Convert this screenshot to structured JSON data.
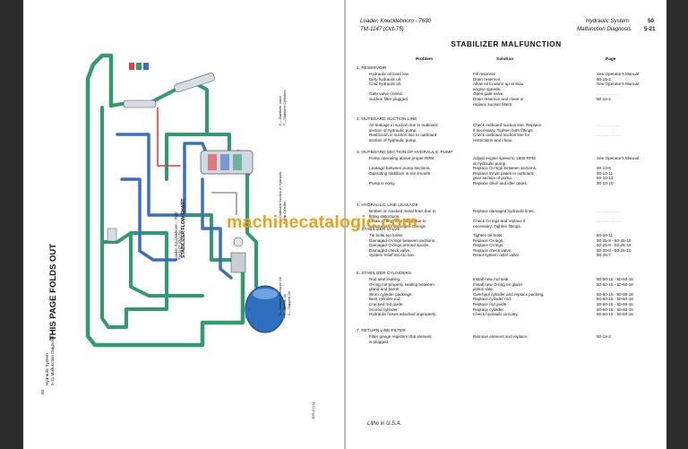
{
  "left_page": {
    "page_number": "50",
    "section_label": "Hydraulic System",
    "section_sub": "5-21 Malfunction Diagnosis",
    "fold_notice": "THIS PAGE FOLDS OUT",
    "chart_title": "STABILIZER FLOW CHART",
    "model": "Loader, Knuckleboom - 7630",
    "manual": "TM-1147 (Oct-75)",
    "legend_left": [
      "A—Medium Pressure Oil",
      "B—Return Oil",
      "C—Trapped Oil"
    ],
    "legend_mid": [
      "D—Outboard Section of Hydraulic",
      "Pump Cylinder"
    ],
    "legend_right": [
      "E—Stabilizer Valve",
      "F—Stabilizer Cylinders"
    ],
    "corner_label": "JDS-3 (L1)",
    "legend_colors": [
      "#e23c3c",
      "#2f9b6e",
      "#3a6fc0"
    ]
  },
  "right_page": {
    "header_left_1": "Loader, Knuckleboom - 7630",
    "header_left_2": "TM-1147   (Oct-75)",
    "header_right_1": "Hydraulic System",
    "header_right_2": "Malfunction Diagnosis",
    "page_no_1": "50",
    "page_no_2": "5-21",
    "title": "STABILIZER MALFUNCTION",
    "col_problem": "Problem",
    "col_solution": "Solution",
    "col_page": "Page",
    "footer": "Litho in U.S.A.",
    "sections": [
      {
        "title": "1.  RESERVOIR",
        "lines": [
          {
            "p": "Hydraulic oil level low.",
            "s": "Fill reservoir.",
            "g": "See Operator's Manual"
          },
          {
            "p": "Dirty hydraulic oil.",
            "s": "Drain reservoir.",
            "g": "50-15-2"
          },
          {
            "p": "Cold hydraulic oil.",
            "s": "Allow oil to warm up at slow",
            "g": "See Operator's Manual"
          },
          {
            "p": "",
            "s": "engine speeds.",
            "g": ""
          },
          {
            "p": "Gate valve closed.",
            "s": "Open gate valve.",
            "g": "..............."
          },
          {
            "p": "Suction filter plugged.",
            "s": "Drain reservoir and clean or",
            "g": "50-15-2"
          },
          {
            "p": "",
            "s": "replace suction filters.",
            "g": ""
          }
        ]
      },
      {
        "title": "2.  OUTBOARD SUCTION LINE",
        "lines": [
          {
            "p": "Air leakage in suction line to outboard",
            "s": "Check outboard suction line. Replace",
            "g": "..............."
          },
          {
            "p": "section of hydraulic pump.",
            "s": "if necessary. Tighten both fittings.",
            "g": ""
          },
          {
            "p": "Restriction in suction line to outboard",
            "s": "Check outboard suction line for",
            "g": "..............."
          },
          {
            "p": "section of hydraulic pump.",
            "s": "restrictions and clean.",
            "g": ""
          }
        ]
      },
      {
        "title": "3.  OUTBOARD SECTION OF HYDRAULIC PUMP",
        "lines": [
          {
            "p": "Pump operating above proper RPM.",
            "s": "Adjust engine speed to 1800 RPM",
            "g": "See Operator's Manual"
          },
          {
            "p": "",
            "s": "at hydraulic pump.",
            "g": ""
          },
          {
            "p": "Leakage between pump sections.",
            "s": "Replace O-rings between sections.",
            "g": "50-10-9"
          },
          {
            "p": "Operating stabilizer is not smooth.",
            "s": "Replace thrust plates in outboard",
            "g": "50-10-11"
          },
          {
            "p": "",
            "s": "gear section of pump.",
            "g": "50-10-12"
          },
          {
            "p": "Pump is noisy.",
            "s": "Replace drive and idler gears.",
            "g": "50-10-10"
          }
        ]
      },
      {
        "title": "4.  HYDRAULIC LINE LEAKAGE",
        "lines": [
          {
            "p": "Broken or cracked metal lines due to",
            "s": "Replace damaged hydraulic lines.",
            "g": "..............."
          },
          {
            "p": "fitting distortions.",
            "s": "",
            "g": ""
          },
          {
            "p": "Leaks at any hose fitting due to",
            "s": "Check O-rings and replace if",
            "g": "..............."
          },
          {
            "p": "looseness or damaged O-rings.",
            "s": "necessary. Tighten fittings.",
            "g": ""
          }
        ]
      },
      {
        "title": "5.  STABILIZER VALVE",
        "lines": [
          {
            "p": "Tie bolts too loose.",
            "s": "Tighten tie bolts.",
            "g": "50-25-11"
          },
          {
            "p": "Damaged O-rings between sections.",
            "s": "Replace O-rings.",
            "g": "50-25-9  -  50-25-10"
          },
          {
            "p": "Damaged O-rings around spools.",
            "s": "Replace O-rings.",
            "g": "50-25-9  -  50-25-10"
          },
          {
            "p": "Damaged check valve.",
            "s": "Replace check valve.",
            "g": "50-25-9  -  50-25-10"
          },
          {
            "p": "System relief set too low.",
            "s": "Reset system relief valve.",
            "g": "50-25-7"
          }
        ]
      },
      {
        "title": "6.  STABILIZER CYLINDERS",
        "lines": [
          {
            "p": "Rod seal leaking.",
            "s": "Install new rod seal.",
            "g": "50-60-15  -  50-60-16"
          },
          {
            "p": "O-ring not properly sealing between",
            "s": "Install new O-ring on gland",
            "g": "50-60-15  -  50-60-16"
          },
          {
            "p": "gland and barrel.",
            "s": "piston side.",
            "g": ""
          },
          {
            "p": "Worn cylinder packings.",
            "s": "Overhaul cylinder and replace packing.",
            "g": "50-60-15  -  50-60-16"
          },
          {
            "p": "Bent cylinder rod.",
            "s": "Replace cylinder rod.",
            "g": "50-60-15  -  50-60-16"
          },
          {
            "p": "Cracked rod guide.",
            "s": "Replace rod guide.",
            "g": "50-60-15  -  50-60-16"
          },
          {
            "p": "Scored cylinder.",
            "s": "Replace cylinder.",
            "g": "50-60-15  -  50-60-16"
          },
          {
            "p": "Hydraulic hoses attached improperly.",
            "s": "Check hydraulic circuitry.",
            "g": "50-60-15  -  50-60-16"
          }
        ]
      },
      {
        "title": "7.  RETURN LINE FILTER",
        "lines": [
          {
            "p": "Filter gauge registers that element",
            "s": "Remove element and replace.",
            "g": "50-15-3"
          },
          {
            "p": "is plugged.",
            "s": "",
            "g": ""
          }
        ]
      }
    ]
  },
  "watermark": "machinecatalogic.com"
}
